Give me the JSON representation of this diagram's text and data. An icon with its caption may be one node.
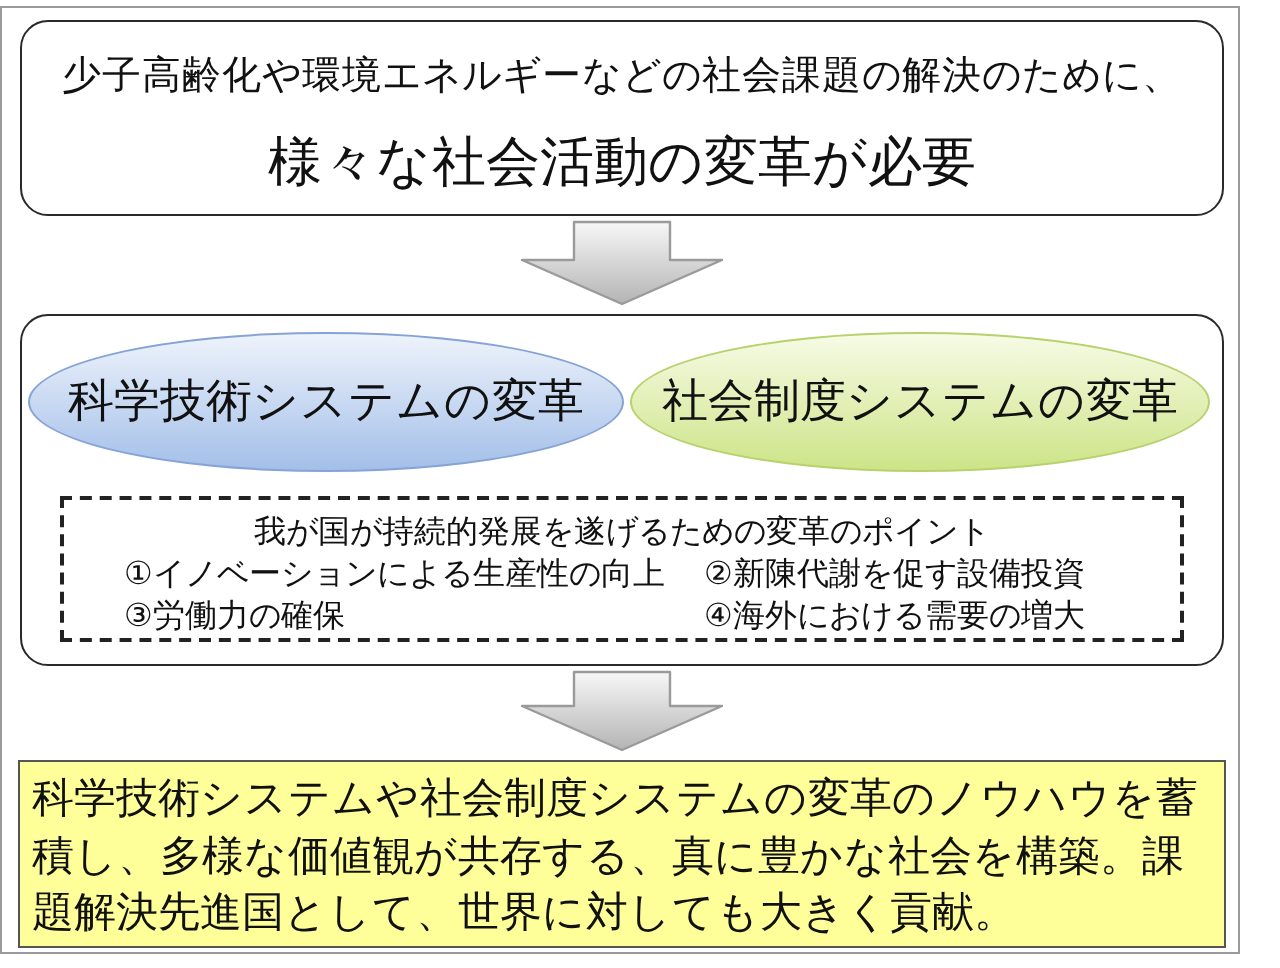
{
  "diagram": {
    "nodes": [
      {
        "text": [
          "少子高齢化や環境エネルギーなどの社会課題の解決のために、",
          "様々な社会活動の変革が必要"
        ]
      },
      {
        "text": [],
        "shape": "box"
      },
      {
        "text": [
          "科学技術システムの変革"
        ],
        "in": 1
      },
      {
        "text": [
          "社会制度システムの変革"
        ],
        "in": 1
      },
      {
        "text": [
          "我が国が持続的発展を遂げるための変革のポイント",
          "①イノベーションによる生産性の向上",
          "②新陳代謝を促す設備投資",
          "③労働力の確保",
          "④海外における需要の増大"
        ],
        "in": 1
      },
      {
        "text": [
          "科学技術システムや社会制度システムの変革のノウハウを蓄積し、多様な価値観が共存する、真に豊かな社会を構築。課題解決先進国として、世界に対しても大きく貢献。"
        ]
      }
    ],
    "edges": [
      {
        "from": 0,
        "to": 1,
        "arrow": "to"
      },
      {
        "from": 1,
        "to": 5,
        "arrow": "to"
      }
    ]
  }
}
